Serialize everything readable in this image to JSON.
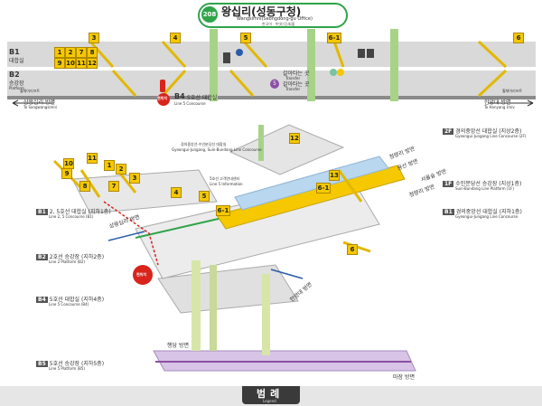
{
  "title": {
    "badge": "208",
    "name_ko": "왕십리(성동구청)",
    "name_en": "Wangsimni(Seongdong-gu Office)",
    "sub": "한국어 · 中文/日本語"
  },
  "top_plan": {
    "b1": {
      "code": "B1",
      "name": "대합실"
    },
    "b2": {
      "code": "B2",
      "name": "승강장",
      "name_en": "Platform"
    },
    "b4": {
      "code": "B4",
      "name": "5호선 대합실",
      "name_en": "Line 5 Concourse"
    },
    "exits_top": [
      "3",
      "4",
      "5",
      "6-1",
      "6"
    ],
    "exit_grid": [
      "1",
      "2",
      "7",
      "8",
      "9",
      "10",
      "11",
      "12"
    ],
    "transfer_label": "갈아타는 곳",
    "transfer_label2": "갈아타는 곳",
    "transfer_en": "Transfer",
    "transfer_en2": "Transfer",
    "line5_badge": "5",
    "wheelchair_left": "휠체어리프트",
    "wheelchair_right": "휠체어리프트",
    "dir_left": "상왕십리 방면",
    "dir_left_en": "To Sangwangsimni",
    "dir_right": "한양대 방면",
    "dir_right_en": "To Hanyang Univ.",
    "here": "현위치"
  },
  "section_view": {
    "levels": [
      {
        "code": "B1",
        "text": "2, 5호선 대합실 (지하1층)",
        "en": "Line 2, 5 Concourse (B1)"
      },
      {
        "code": "B2",
        "text": "2호선 승강장 (지하2층)",
        "en": "Line 2 Platform (B2)"
      },
      {
        "code": "B4",
        "text": "5호선 대합실 (지하4층)",
        "en": "Line 5 Concourse (B4)"
      },
      {
        "code": "B5",
        "text": "5호선 승강장 (지하5층)",
        "en": "Line 5 Platform (B5)"
      }
    ],
    "levels_right": [
      {
        "code": "2F",
        "text": "경의중앙선 대합실 (지상2층)",
        "en": "Gyeongui-Jungang Line Concourse (2F)"
      },
      {
        "code": "1F",
        "text": "수인분당선 승강장 (지상1층)",
        "en": "Suin-Bundang Line Platform (1F)"
      },
      {
        "code": "B1",
        "text": "경의중앙선 대합실 (지하1층)",
        "en": "Gyeongui-Jungang Line Concourse"
      }
    ],
    "top_note": "경의중앙선·수인분당선 대합실",
    "top_note_en": "Gyeongui-Jungang, Suin-Bundang Line Concourse",
    "line5_info": "5호선 고객안내센터",
    "line5_info_en": "Line 5 Information",
    "exit_labels": [
      "10",
      "11",
      "9",
      "8",
      "7",
      "1",
      "2",
      "3",
      "4",
      "5",
      "6-1",
      "6",
      "12",
      "13",
      "6-1"
    ],
    "dir_sangwang": "상왕십리 방면",
    "dir_hanyang": "한양대 방면",
    "dir_cheongnyangni": "청량리 방면",
    "dir_yongsan": "용산 방면",
    "dir_seoulsup": "서울숲 방면",
    "dir_cheongnyangni2": "청량리 방면",
    "dir_haengdang": "행당 방면",
    "dir_majang": "마장 방면",
    "here": "현위치"
  },
  "legend": {
    "ko": "범례",
    "en": "Legend"
  },
  "colors": {
    "line2": "#2fa44a",
    "line5": "#8b50a4",
    "suin": "#f5c800",
    "gyeongui": "#77c4a3",
    "floor_gray": "#d9d9d9",
    "exit_yellow": "#f5c800",
    "here_red": "#d9241b"
  }
}
